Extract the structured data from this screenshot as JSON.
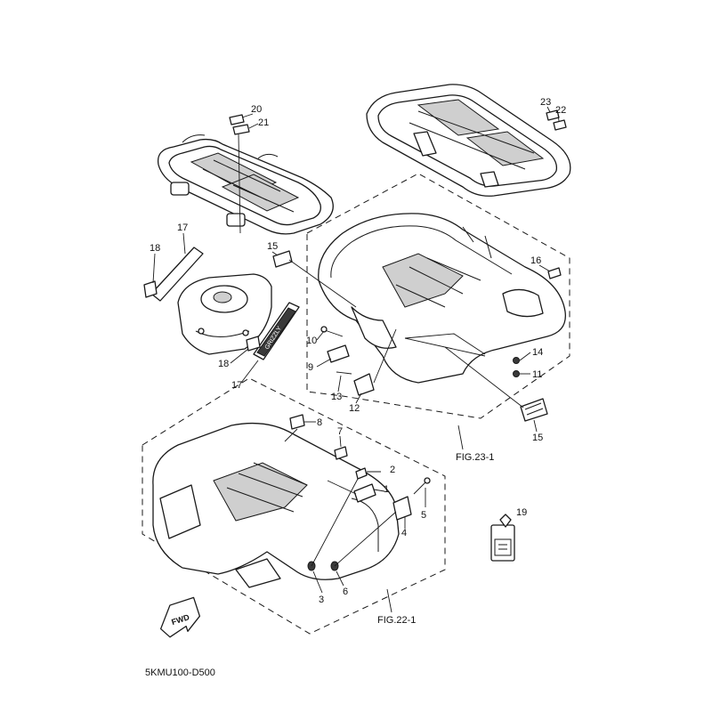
{
  "callouts": {
    "c1": "1",
    "c2": "2",
    "c3": "3",
    "c4": "4",
    "c5": "5",
    "c6": "6",
    "c7": "7",
    "c8": "8",
    "c9": "9",
    "c10": "10",
    "c11": "11",
    "c12": "12",
    "c13": "13",
    "c14": "14",
    "c15a": "15",
    "c15b": "15",
    "c16": "16",
    "c17a": "17",
    "c17b": "17",
    "c18a": "18",
    "c18b": "18",
    "c19": "19",
    "c20": "20",
    "c21": "21",
    "c22": "22",
    "c23": "23"
  },
  "figure_refs": {
    "rear": "FIG.23-1",
    "front": "FIG.22-1"
  },
  "diagram_code": "5KMU100-D500",
  "fwd_label": "FWD",
  "decal_text": "GRIZZLY"
}
